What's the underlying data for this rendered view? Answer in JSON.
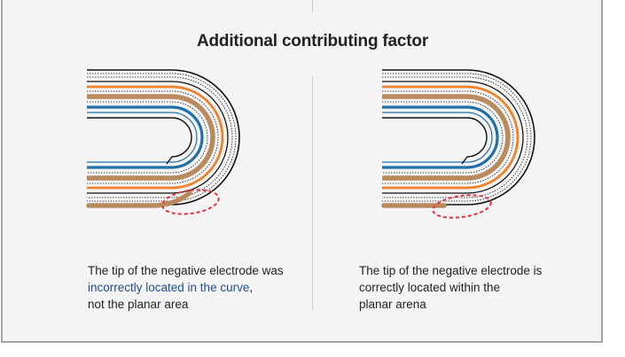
{
  "title": "Additional contributing factor",
  "left_caption": {
    "line1": "The tip of the negative electrode was",
    "highlight": "incorrectly located in the curve",
    "after_highlight": ",",
    "line3": "not the planar area"
  },
  "right_caption": {
    "line1": "The tip of the negative electrode is",
    "line2": "correctly located within the",
    "line3": "planar arena"
  },
  "colors": {
    "panel_bg": "#f4f4f4",
    "border": "#a3a3a3",
    "blue": "#1f6fa8",
    "bronze": "#b88a5e",
    "orange": "#f0812a",
    "black": "#111111",
    "highlight_ellipse": "#e8303a",
    "highlight_text": "#1d4f8f"
  }
}
